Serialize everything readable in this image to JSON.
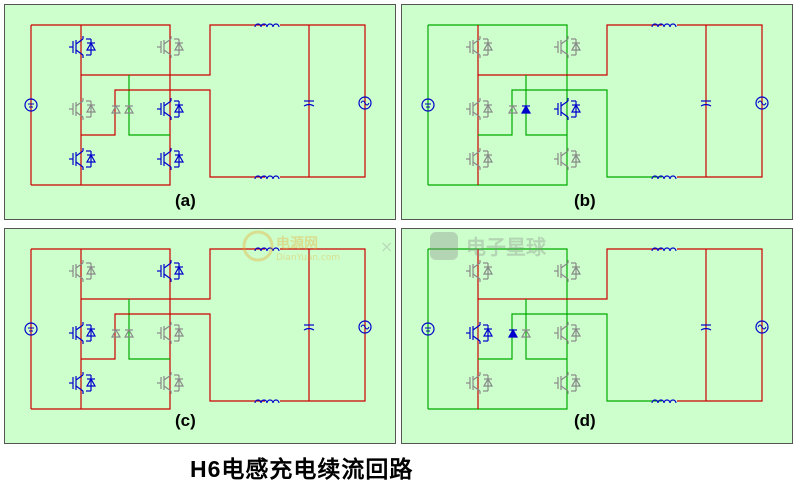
{
  "caption": "H6电感充电续流回路",
  "panels": [
    {
      "id": "a",
      "label": "(a)"
    },
    {
      "id": "b",
      "label": "(b)"
    },
    {
      "id": "c",
      "label": "(c)"
    },
    {
      "id": "d",
      "label": "(d)"
    }
  ],
  "watermark": {
    "logo1": "电源网",
    "logo1_sub": "DianYuan.com",
    "logo2": "电子星球"
  },
  "colors": {
    "active": "#cc0000",
    "freewheel": "#00aa00",
    "idle": "#888888",
    "on_switch": "#0000cc"
  }
}
